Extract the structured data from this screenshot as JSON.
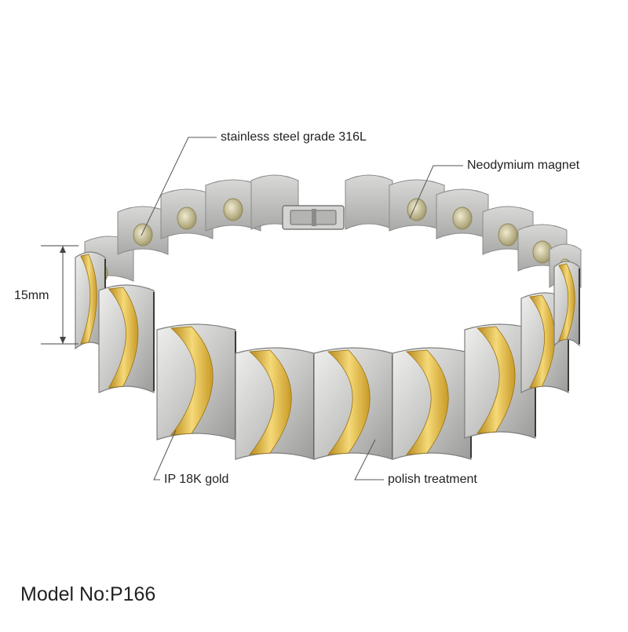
{
  "annotations": {
    "steel": "stainless steel grade 316L",
    "magnet": "Neodymium magnet",
    "gold": "IP 18K gold",
    "polish": "polish treatment",
    "width": "15mm"
  },
  "model": "Model No:P166",
  "colors": {
    "steel": "#c4c4c2",
    "steel_light": "#e6e6e4",
    "steel_dark": "#8e8e8c",
    "gold": "#e0b43a",
    "gold_light": "#f6dc7e",
    "magnet": "#cfc79a",
    "leader": "#555555"
  }
}
